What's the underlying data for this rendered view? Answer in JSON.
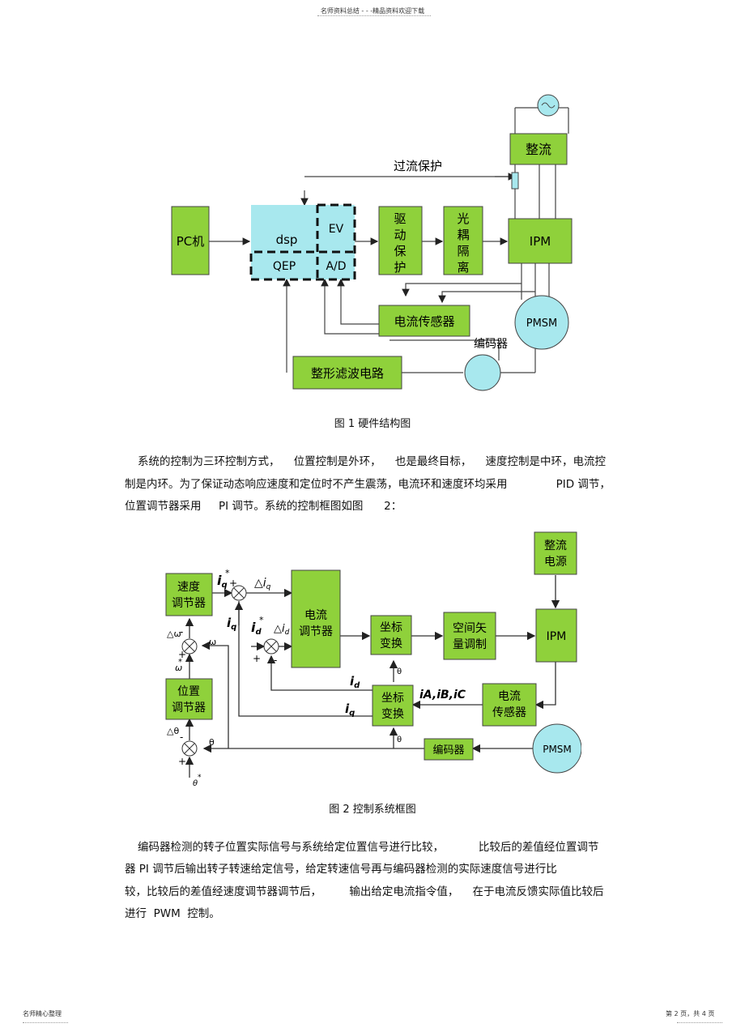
{
  "header": {
    "text": "名师资料总结 - - -精品资料欢迎下载"
  },
  "figure1": {
    "caption": "图 1 硬件结构图",
    "pc": "PC机",
    "dsp": "dsp",
    "ev": "EV",
    "qep": "QEP",
    "ad": "A/D",
    "drive": [
      "驱",
      "动",
      "保",
      "护"
    ],
    "optical": [
      "光",
      "耦",
      "隔",
      "离"
    ],
    "ipm": "IPM",
    "rectifier": "整流",
    "overcurrent": "过流保护",
    "current_sensor": "电流传感器",
    "pmsm": "PMSM",
    "encoder": "编码器",
    "filter": "整形滤波电路"
  },
  "paragraph1": [
    "系统的控制为三环控制方式，    位置控制是外环，    也是最终目标，    速度控制是中环，电流控",
    "制是内环。为了保证动态响应速度和定位时不产生震荡，电流环和速度环均采用              PID 调节，",
    "位置调节器采用     PI 调节。系统的控制框图如图      2："
  ],
  "figure2": {
    "caption": "图 2 控制系统框图",
    "speed_reg": [
      "速度",
      "调节器"
    ],
    "pos_reg": [
      "位置",
      "调节器"
    ],
    "current_reg": [
      "电流",
      "调节器"
    ],
    "coord1": [
      "坐标",
      "变换"
    ],
    "coord2": [
      "坐标",
      "变换"
    ],
    "svm": [
      "空间矢",
      "量调制"
    ],
    "ipm": "IPM",
    "rect_power": [
      "整流",
      "电源"
    ],
    "current_sensor": [
      "电流",
      "传感器"
    ],
    "encoder": "编码器",
    "pmsm": "PMSM",
    "iq_star": "i",
    "iq_star_sub": "q",
    "delta_iq": "△i",
    "delta_iq_sub": "q",
    "iq": "i",
    "iq_sub": "q",
    "id_star": "i",
    "id_star_sub": "d",
    "delta_id": "△i",
    "delta_id_sub": "d",
    "id": "i",
    "id_sub": "d",
    "iq2": "i",
    "iq2_sub": "q",
    "iabc": "iA,iB,iC",
    "delta_omega": "△ω",
    "omega": "ω",
    "omega_star": "ω",
    "delta_theta": "△θ",
    "theta": "θ",
    "theta_star": "θ",
    "plus": "+",
    "minus": "-"
  },
  "paragraph2": [
    "编码器检测的转子位置实际信号与系统给定位置信号进行比较，          比较后的差值经位置调节",
    "器 PI 调节后输出转子转速给定信号，给定转速信号再与编码器检测的实际速度信号进行比",
    "较，比较后的差值经速度调节器调节后，        输出给定电流指令值，    在于电流反馈实际值比较后",
    "进行  PWM  控制。"
  ],
  "footer": {
    "left": "名师精心整理",
    "right": "第 2 页，共 4 页"
  },
  "colors": {
    "block": "#8fd13b",
    "dsp": "#a8e8ee",
    "motor": "#a8e8ee"
  }
}
